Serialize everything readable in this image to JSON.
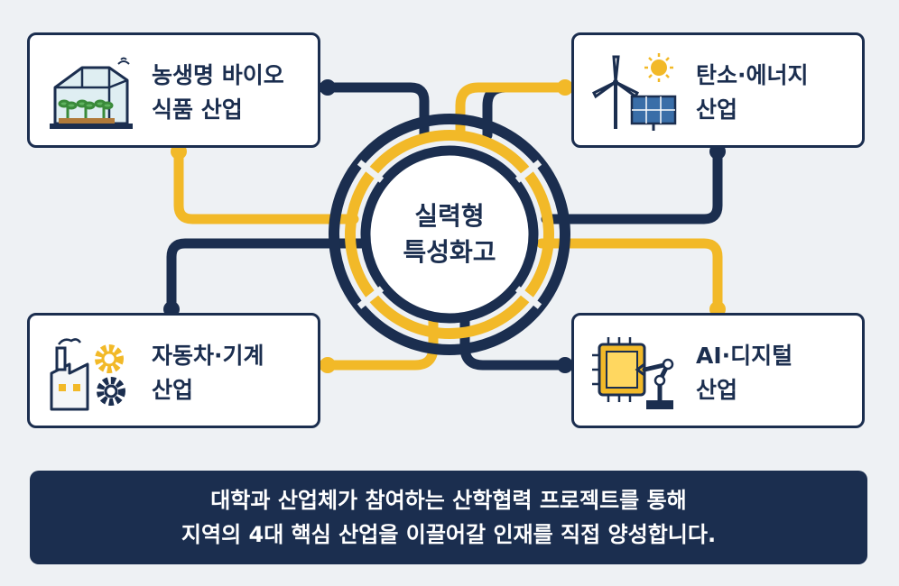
{
  "center": {
    "line1": "실력형",
    "line2": "특성화고"
  },
  "industries": {
    "bio": {
      "line1": "농생명 바이오",
      "line2": "식품 산업",
      "icon": "greenhouse-icon"
    },
    "energy": {
      "line1": "탄소·에너지",
      "line2": "산업",
      "icon": "wind-solar-icon"
    },
    "auto": {
      "line1": "자동차·기계",
      "line2": "산업",
      "icon": "factory-gear-icon"
    },
    "ai": {
      "line1": "AI·디지털",
      "line2": "산업",
      "icon": "chip-robot-arm-icon"
    }
  },
  "banner": {
    "line1": "대학과 산업체가 참여하는 산학협력 프로젝트를 통해",
    "line2": "지역의 4대 핵심 산업을 이끌어갈 인재를 직접 양성합니다."
  },
  "colors": {
    "navy": "#1b2e4f",
    "gold": "#f2b928",
    "background": "#eef1f4"
  }
}
